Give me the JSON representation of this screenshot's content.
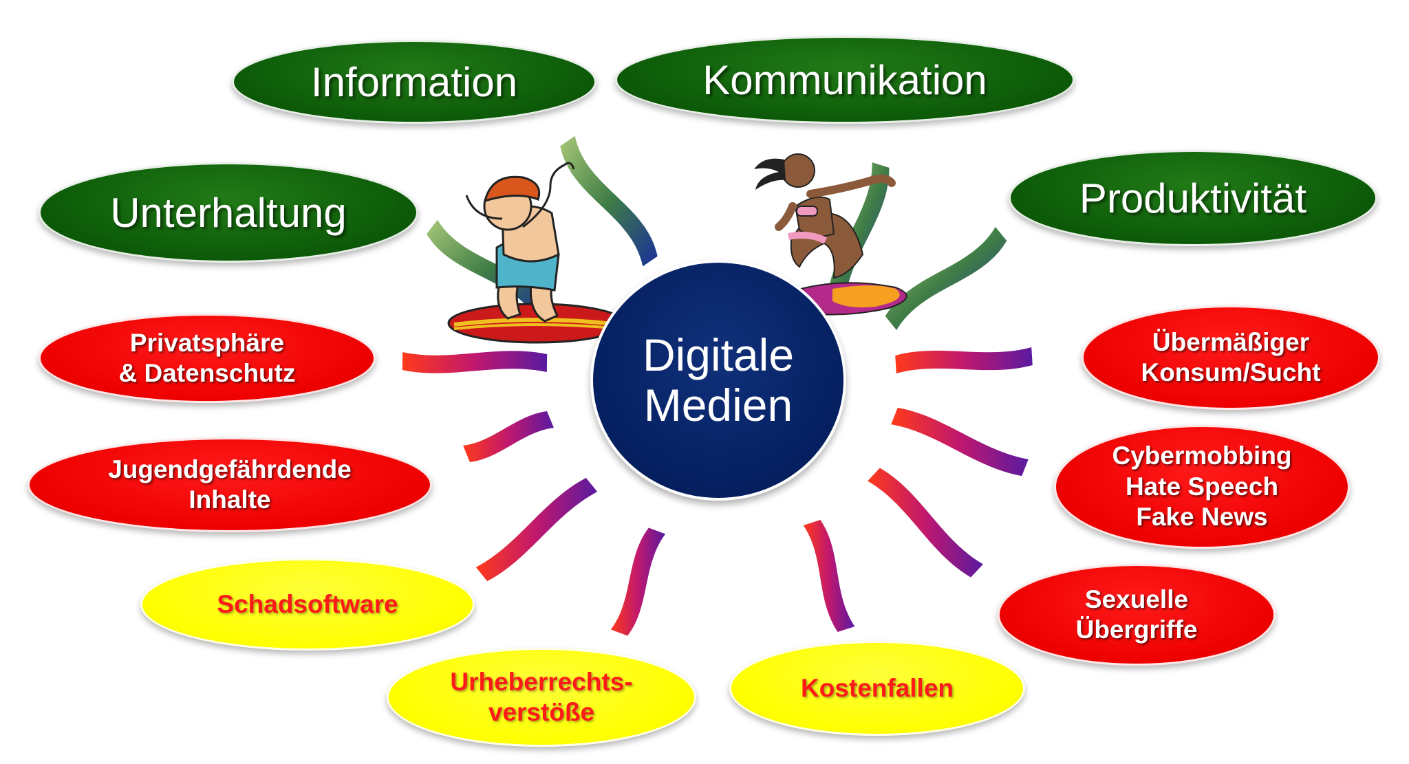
{
  "center": {
    "label": "Digitale\nMedien"
  },
  "positive": [
    {
      "id": "information",
      "label": "Information"
    },
    {
      "id": "kommunikation",
      "label": "Kommunikation"
    },
    {
      "id": "unterhaltung",
      "label": "Unterhaltung"
    },
    {
      "id": "produktivitaet",
      "label": "Produktivität"
    }
  ],
  "risks_red": [
    {
      "id": "privatsphaere",
      "label": "Privatsphäre\n& Datenschutz"
    },
    {
      "id": "jugendgefaehrdend",
      "label": "Jugendgefährdende\nInhalte"
    },
    {
      "id": "sucht",
      "label": "Übermäßiger\nKonsum/Sucht"
    },
    {
      "id": "cybermobbing",
      "label": "Cybermobbing\nHate Speech\nFake News"
    },
    {
      "id": "uebergriffe",
      "label": "Sexuelle\nÜbergriffe"
    }
  ],
  "risks_yellow": [
    {
      "id": "schadsoftware",
      "label": "Schadsoftware"
    },
    {
      "id": "urheberrecht",
      "label": "Urheberrechts-\nverstöße"
    },
    {
      "id": "kostenfallen",
      "label": "Kostenfallen"
    }
  ],
  "colors": {
    "positive": "#0c5a08",
    "risk_red": "#ee0000",
    "risk_yellow": "#ffff00",
    "risk_yellow_text": "#ff1a1a",
    "center": "#052060",
    "wave_green_to_blue": [
      "#8fbf5a",
      "#1a2f9a"
    ],
    "wave_red_to_purple": [
      "#ff3a1a",
      "#8a1a9a"
    ]
  },
  "icons": [
    "surfer-boy-icon",
    "surfer-girl-icon",
    "wave-ribbon-icon"
  ]
}
